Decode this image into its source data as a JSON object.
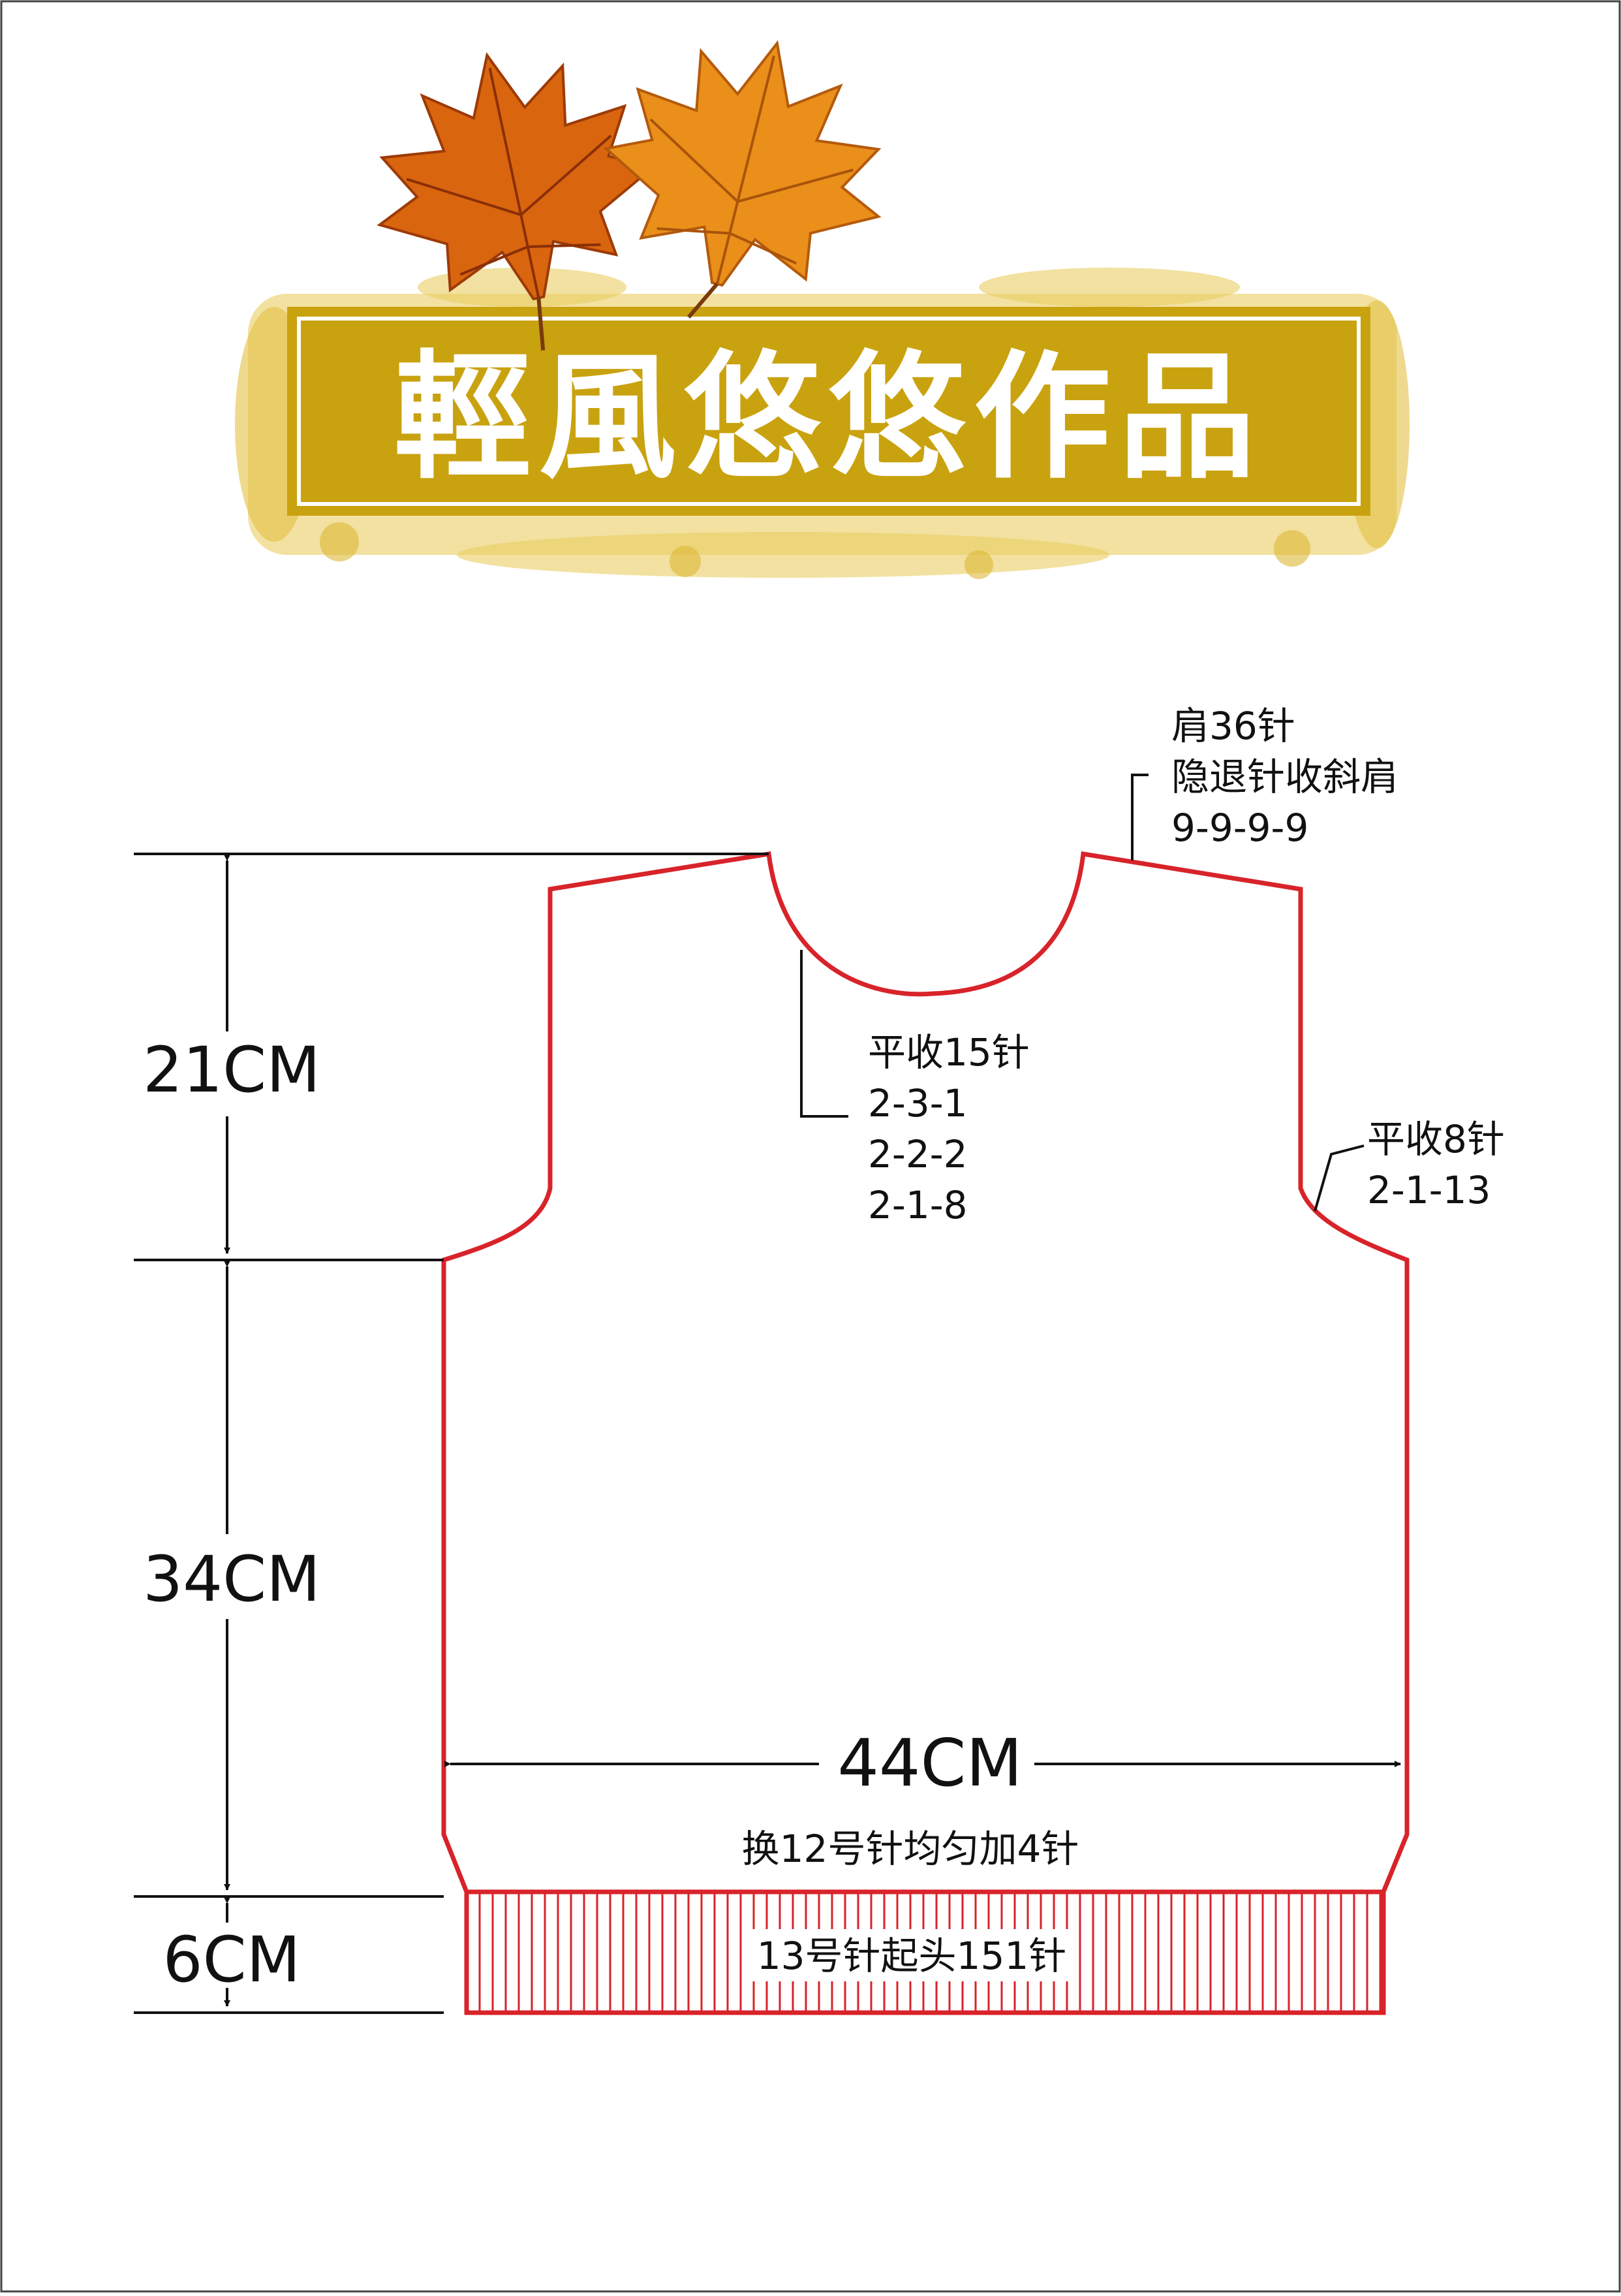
{
  "banner": {
    "title": "輕風悠悠作品",
    "colors": {
      "banner_fill": "#c9a20f",
      "splash": "#e6c44a",
      "leaf_orange": "#e07a14",
      "leaf_dark": "#a8420a",
      "title_text": "#ffffff"
    },
    "icon": "maple-leaves-icon"
  },
  "dimensions": {
    "armhole_height": "21CM",
    "body_height": "34CM",
    "ribbing_height": "6CM",
    "width": "44CM"
  },
  "annotations": {
    "shoulder": [
      "肩36针",
      "隐退针收斜肩",
      "9-9-9-9"
    ],
    "neck": [
      "平收15针",
      "2-3-1",
      "2-2-2",
      "2-1-8"
    ],
    "armhole": [
      "平收8针",
      "2-1-13"
    ],
    "needle_change": "换12号针均匀加4针",
    "cast_on": "13号针起头151针"
  },
  "colors": {
    "outline": "#d8232a",
    "dimension_line": "#111111"
  }
}
